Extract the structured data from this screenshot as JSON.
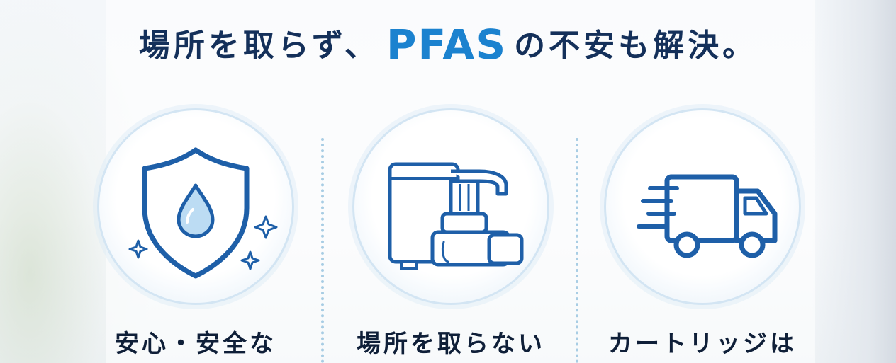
{
  "headline": {
    "before": "場所を取らず、",
    "accent": "PFAS",
    "after": "の不安も解決。"
  },
  "colors": {
    "navy_text": "#14305a",
    "accent_blue": "#1b82cf",
    "icon_blue": "#1e5fa8",
    "divider": "#a8cde4"
  },
  "features": [
    {
      "icon": "shield-water-drop-icon",
      "label": "安心・安全な"
    },
    {
      "icon": "faucet-water-filter-icon",
      "label": "場所を取らない"
    },
    {
      "icon": "delivery-truck-icon",
      "label": "カートリッジは"
    }
  ]
}
